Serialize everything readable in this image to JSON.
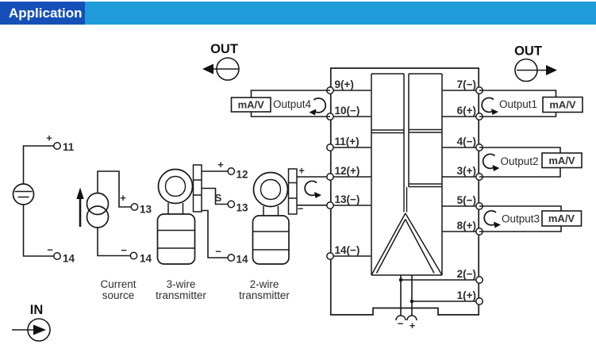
{
  "header": {
    "title": "Application",
    "colors": {
      "dark": "#1550b8",
      "light": "#1f9cd9"
    }
  },
  "annotations": {
    "out_left": "OUT",
    "out_right": "OUT",
    "in_label": "IN"
  },
  "isolator": {
    "left_terminals": [
      {
        "label": "9(+)"
      },
      {
        "label": "10(−)"
      },
      {
        "label": "11(+)"
      },
      {
        "label": "12(+)"
      },
      {
        "label": "13(−)"
      },
      {
        "label": "14(−)"
      }
    ],
    "right_terminals": [
      {
        "label": "7(−)"
      },
      {
        "label": "6(+)"
      },
      {
        "label": "4(−)"
      },
      {
        "label": "3(+)"
      },
      {
        "label": "5(−)"
      },
      {
        "label": "8(+)"
      },
      {
        "label": "2(−)"
      },
      {
        "label": "1(+)"
      }
    ]
  },
  "outputs": [
    {
      "name": "Output1",
      "meter": "mA/V"
    },
    {
      "name": "Output2",
      "meter": "mA/V"
    },
    {
      "name": "Output3",
      "meter": "mA/V"
    },
    {
      "name": "Output4",
      "meter": "mA/V"
    }
  ],
  "power_supply": {
    "minus": "−",
    "plus": "+"
  },
  "devices": {
    "voltage_source": {
      "terminals": [
        {
          "sign": "+",
          "number": "11"
        },
        {
          "sign": "−",
          "number": "14"
        }
      ]
    },
    "current_source": {
      "caption": [
        "Current",
        "source"
      ],
      "terminals": [
        {
          "sign": "+",
          "number": "13"
        },
        {
          "sign": "−",
          "number": "14"
        }
      ]
    },
    "three_wire_transmitter": {
      "caption": [
        "3-wire",
        "transmitter"
      ],
      "terminals": [
        {
          "sign": "+",
          "number": "12"
        },
        {
          "sign": "S",
          "number": "13"
        },
        {
          "sign": "−",
          "number": "14"
        }
      ]
    },
    "two_wire_transmitter": {
      "caption": [
        "2-wire",
        "transmitter"
      ],
      "terminals": [
        {
          "sign": "+"
        },
        {
          "sign": "−"
        }
      ]
    }
  }
}
